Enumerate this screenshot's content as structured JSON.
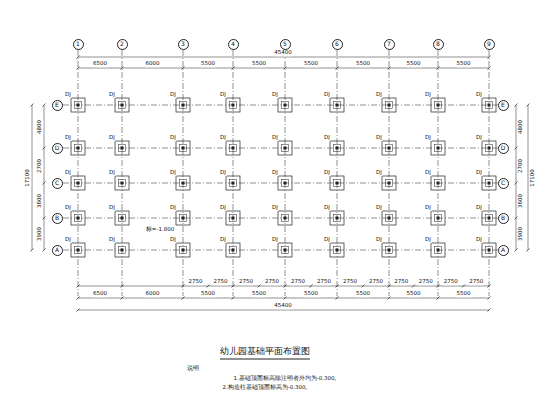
{
  "diagram": {
    "title": "幼儿园基础平面布置图",
    "nodes": [
      {
        "text": [
          "1"
        ]
      },
      {
        "text": [
          "2"
        ]
      },
      {
        "text": [
          "3"
        ]
      },
      {
        "text": [
          "4"
        ]
      },
      {
        "text": [
          "5"
        ]
      },
      {
        "text": [
          "6"
        ]
      },
      {
        "text": [
          "7"
        ]
      },
      {
        "text": [
          "8"
        ]
      },
      {
        "text": [
          "9"
        ]
      },
      {
        "text": [
          "E"
        ]
      },
      {
        "text": [
          "D"
        ]
      },
      {
        "text": [
          "C"
        ]
      },
      {
        "text": [
          "B"
        ]
      },
      {
        "text": [
          "A"
        ]
      },
      {
        "text": [
          "E"
        ]
      },
      {
        "text": [
          "D"
        ]
      },
      {
        "text": [
          "C"
        ]
      },
      {
        "text": [
          "B"
        ]
      },
      {
        "text": [
          "A"
        ]
      }
    ],
    "labels": [
      "45400",
      "6500",
      "6000",
      "5500",
      "5500",
      "5500",
      "5500",
      "5500",
      "5500",
      "2750",
      "2750",
      "2750",
      "2750",
      "2750",
      "2750",
      "2750",
      "2750",
      "2750",
      "2750",
      "2750",
      "2750",
      "6500",
      "6000",
      "5500",
      "5500",
      "5500",
      "5500",
      "5500",
      "5500",
      "45400",
      "4800",
      "2700",
      "3600",
      "3900",
      "17100",
      "4800",
      "2700",
      "3600",
      "3900",
      "17100",
      "DJ",
      "DJ",
      "DJ",
      "DJ",
      "DJ",
      "DJ",
      "DJ",
      "DJ",
      "DJ",
      "DJ",
      "DJ",
      "DJ",
      "DJ",
      "DJ",
      "DJ",
      "DJ",
      "DJ",
      "DJ",
      "DJ",
      "DJ",
      "DJ",
      "DJ",
      "DJ",
      "DJ",
      "DJ",
      "DJ",
      "DJ",
      "DJ",
      "DJ",
      "DJ",
      "DJ",
      "DJ",
      "DJ",
      "DJ",
      "DJ",
      "DJ",
      "DJ",
      "DJ",
      "DJ",
      "DJ",
      "DJ",
      "DJ",
      "DJ",
      "DJ",
      "DJ",
      "标=-1.800",
      "说明",
      "1.基础顶面标高除注明者外均为-0.300。",
      "2.构造柱基础顶面标高为-0.300。"
    ]
  }
}
